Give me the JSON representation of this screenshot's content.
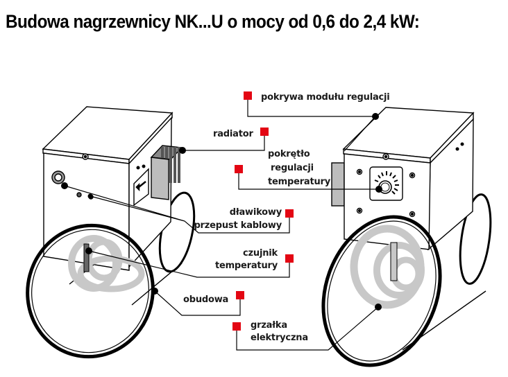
{
  "title": "Budowa nagrzewnicy NK...U o mocy od 0,6 do 2,4 kW:",
  "colors": {
    "marker": "#e30613",
    "line": "#000000",
    "coil": "#c8c8c8",
    "heatsink": "#bdbdbd"
  },
  "labels": {
    "pokrywa": "pokrywa modułu regulacji",
    "radiator": "radiator",
    "pokretlo_1": "pokrętło",
    "pokretlo_2": "regulacji",
    "pokretlo_3": "temperatury",
    "dlawik_1": "dławikowy",
    "dlawik_2": "przepust kablowy",
    "czujnik_1": "czujnik",
    "czujnik_2": "temperatury",
    "obudowa": "obudowa",
    "grzalka_1": "grzałka",
    "grzalka_2": "elektryczna"
  }
}
